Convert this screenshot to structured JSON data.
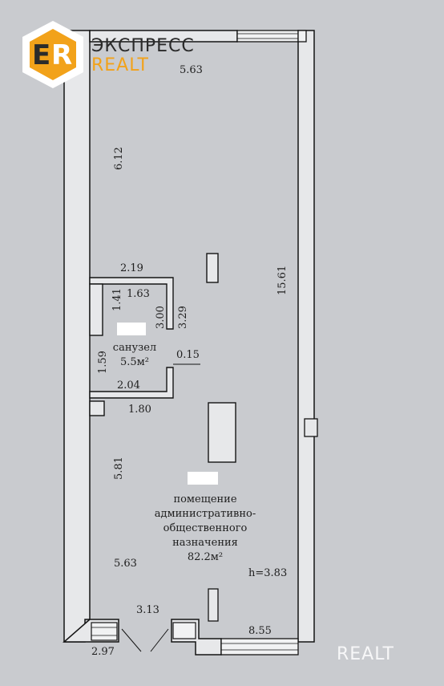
{
  "logo": {
    "letter_e": "E",
    "letter_r": "R",
    "line1": "ЭКСПРЕСС",
    "line2": "REALT",
    "accent": "#f2a21a",
    "dark": "#2b2b2b"
  },
  "watermark": "REALT",
  "dimensions": {
    "top_width": "5.63",
    "left_upper": "6.12",
    "right_length": "15.61",
    "bath_top_outer": "2.19",
    "bath_top_inner": "1.63",
    "bath_left": "1.41",
    "bath_inner_height": "3.00",
    "bath_outer_height": "3.29",
    "bath_left_lower": "1.59",
    "bath_offset": "0.15",
    "bath_bottom_inner": "2.04",
    "bath_bottom_outer": "1.80",
    "left_lower": "5.81",
    "bottom_left_width": "5.63",
    "entrance_width": "3.13",
    "bottom_right": "8.55",
    "bottom_left_small": "2.97",
    "ceiling_height": "h=3.83"
  },
  "rooms": {
    "bathroom": {
      "name": "санузел",
      "area": "5.5м²"
    },
    "main": {
      "line1": "помещение",
      "line2": "административно-",
      "line3": "общественного",
      "line4": "назначения",
      "area": "82.2м²"
    }
  }
}
